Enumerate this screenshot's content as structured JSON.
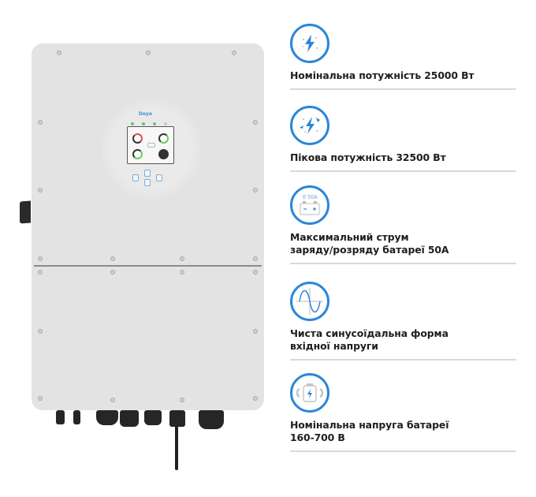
{
  "product": {
    "brand_logo": "Deye",
    "image_alt": "Hybrid inverter",
    "colors": {
      "body": "#e3e3e3",
      "screw": "#a9a9a9",
      "connector": "#262626",
      "led": "#6cc36c"
    }
  },
  "features": {
    "accent_color": "#2b86d9",
    "items": [
      {
        "icon": "lightning-bolt-icon",
        "label": "Номінальна потужність 25000 Вт"
      },
      {
        "icon": "lightning-burst-icon",
        "label": "Пікова потужність 32500 Вт"
      },
      {
        "icon": "battery-current-icon",
        "icon_text": "⚲ 50A",
        "label_line1": "Максимальний струм",
        "label_line2": "заряду/розряду батареї 50А"
      },
      {
        "icon": "sine-wave-icon",
        "label_line1": "Чиста синусоїдальна форма",
        "label_line2": "вхідної напруги"
      },
      {
        "icon": "battery-voltage-icon",
        "label_line1": "Номінальна напруга батареї",
        "label_line2": "160-700 В"
      }
    ]
  }
}
